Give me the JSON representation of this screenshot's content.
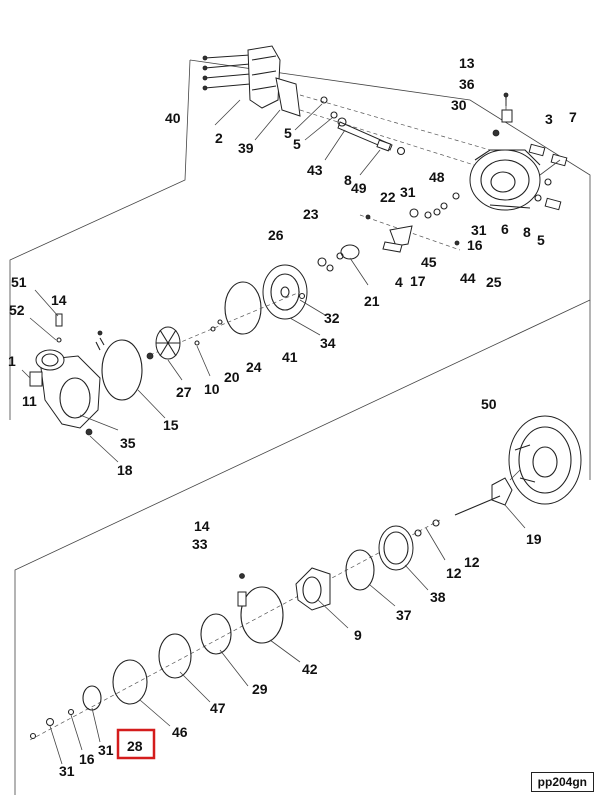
{
  "diagram": {
    "reference_code": "pp204gn",
    "highlight_color": "#d41c1c",
    "highlighted_callout": "28",
    "callouts": [
      "40",
      "2",
      "39",
      "5",
      "5",
      "43",
      "8",
      "49",
      "13",
      "36",
      "30",
      "3",
      "7",
      "48",
      "22",
      "31",
      "31",
      "6",
      "8",
      "5",
      "23",
      "16",
      "26",
      "45",
      "4",
      "17",
      "44",
      "25",
      "21",
      "32",
      "34",
      "41",
      "24",
      "20",
      "10",
      "27",
      "15",
      "51",
      "52",
      "14",
      "1",
      "11",
      "35",
      "18",
      "50",
      "19",
      "14",
      "33",
      "12",
      "12",
      "38",
      "37",
      "9",
      "42",
      "29",
      "47",
      "46",
      "28",
      "31",
      "16",
      "31"
    ]
  }
}
